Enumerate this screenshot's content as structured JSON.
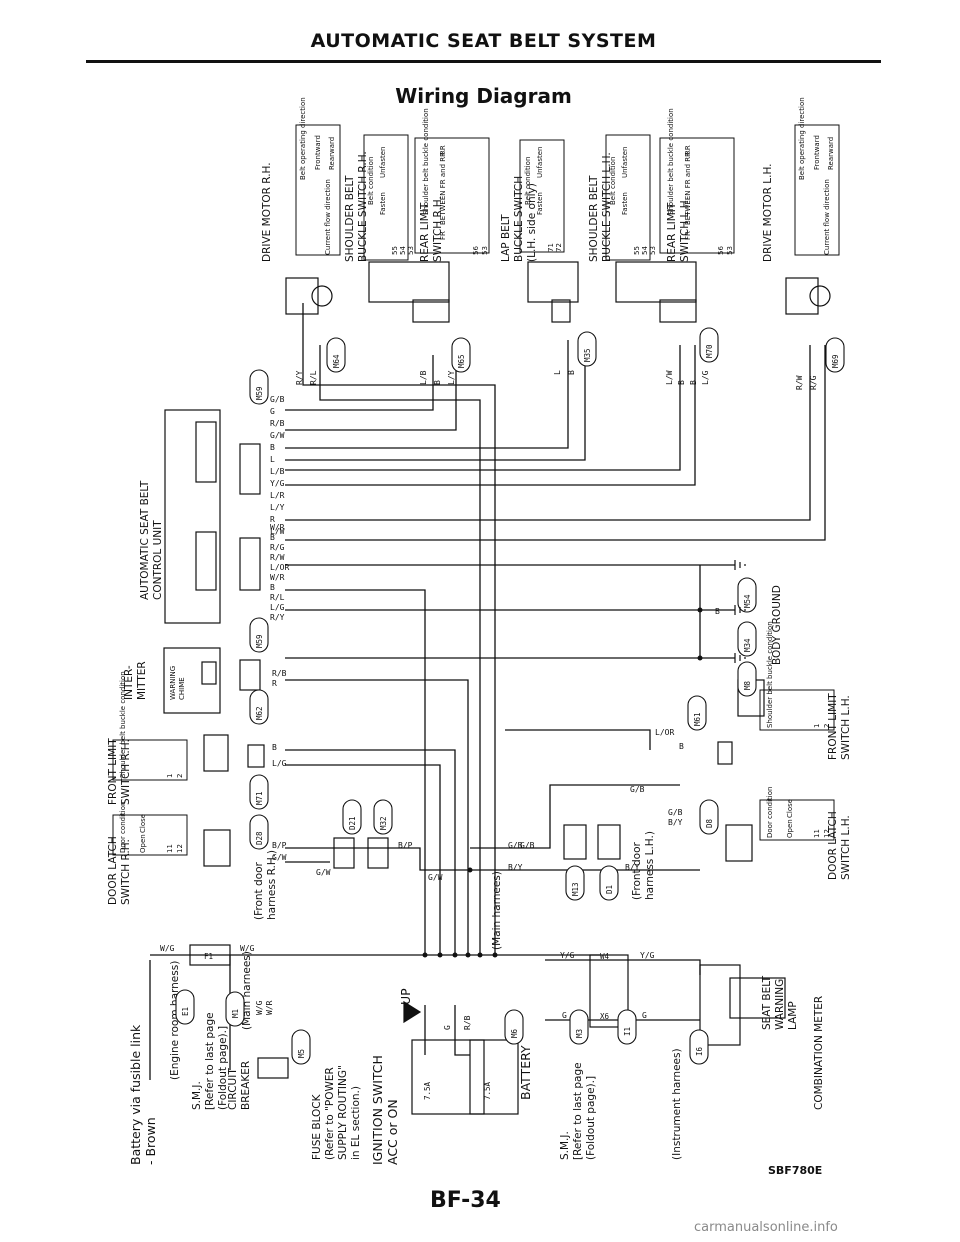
{
  "header": {
    "title": "AUTOMATIC SEAT BELT SYSTEM",
    "diagram_title": "Wiring Diagram"
  },
  "labels": {
    "drive_motor_rh": "DRIVE MOTOR R.H.",
    "drive_motor_lh": "DRIVE MOTOR L.H.",
    "shoulder_buckle_rh": [
      "SHOULDER BELT",
      "BUCKLE SWITCH R.H."
    ],
    "shoulder_buckle_lh": [
      "SHOULDER BELT",
      "BUCKLE SWITCH L.H."
    ],
    "rear_limit_rh": [
      "REAR LIMIT",
      "SWITCH R.H."
    ],
    "rear_limit_lh": [
      "REAR LIMIT",
      "SWITCH L.H."
    ],
    "lap_buckle": [
      "LAP BELT",
      "BUCKLE SWITCH",
      "(L.H. side only)"
    ],
    "control_unit": [
      "AUTOMATIC SEAT BELT",
      "CONTROL UNIT"
    ],
    "intermitter": [
      "INTER-",
      "MITTER"
    ],
    "warning_chime": [
      "WARNING",
      "CHIME"
    ],
    "front_limit_rh": [
      "FRONT LIMIT",
      "SWITCH R.H."
    ],
    "front_limit_lh": [
      "FRONT LIMIT",
      "SWITCH L.H."
    ],
    "door_latch_rh": [
      "DOOR LATCH",
      "SWITCH R.H."
    ],
    "door_latch_lh": [
      "DOOR LATCH",
      "SWITCH L.H."
    ],
    "body_ground": "BODY GROUND",
    "front_door_rh": [
      "(Front door",
      "harness R.H.)"
    ],
    "front_door_lh": [
      "(Front door",
      "harness L.H.)"
    ],
    "main_harnesses": "(Main harnees)",
    "battery_link": [
      "Battery via fusible link",
      "- Brown"
    ],
    "engine_room": "(Engine room harness)",
    "smj_left": [
      "S.M.J.",
      "[Refer to last page",
      "(Foldout page).]"
    ],
    "smj_right": [
      "S.M.J.",
      "[Refer to last page",
      "(Foldout page).]"
    ],
    "circuit_breaker": [
      "CIRCUIT",
      "BREAKER"
    ],
    "main_harnees_2": "(Main harnees)",
    "fuse_block": [
      "FUSE BLOCK",
      "(Refer to \"POWER",
      "SUPPLY ROUTING\"",
      "in EL section.)"
    ],
    "ignition": [
      "IGNITION SWITCH",
      "ACC or ON"
    ],
    "battery": "BATTERY",
    "up": "UP",
    "instrument_harnees": "(Instrument harnees)",
    "seat_belt_lamp": [
      "SEAT BELT",
      "WARNING",
      "LAMP"
    ],
    "combination_meter": "COMBINATION METER",
    "fuse_rating": "7.5A"
  },
  "tables": {
    "belt_operation": {
      "h1": "Belt operating direction",
      "r1": "Frontward",
      "r2": "Rearward",
      "c": "Current flow direction"
    },
    "belt_condition": {
      "head": "Belt condition",
      "cols": [
        "Fasten",
        "Unfasten"
      ],
      "rows_rh": [
        "55",
        "54",
        "53"
      ],
      "rows_lap": [
        "71",
        "72"
      ]
    },
    "shoulder_buckle_cond": {
      "head": "Shoulder belt buckle condition",
      "cols": [
        "FR",
        "BETWEEN FR and RR",
        "RR"
      ],
      "rows_rear": [
        "56",
        "53"
      ],
      "rows_front": [
        "1",
        "2"
      ]
    },
    "door_condition": {
      "head": "Door condition",
      "cols": [
        "Open",
        "Close"
      ],
      "rows": [
        "11",
        "12"
      ]
    }
  },
  "connectors": {
    "rh_motor": "M64",
    "rh_shoulder": "M65",
    "lap": "M35",
    "lh_shoulder": "M70",
    "lh_motor": "M69",
    "cu_upper": "M59",
    "cu_lower": "M59",
    "intermitter": "M62",
    "front_limit_rh": "M71",
    "door_latch_rh": "D28",
    "door_rh_a": "D21",
    "door_rh_b": "M32",
    "ground_1": "M54",
    "ground_2": "M34",
    "ground_3": "M8",
    "front_limit_lh": "M61",
    "door_lh_a": "D8",
    "door_lh_b": "M13",
    "door_lh_c": "D1",
    "engine_room": "E1",
    "main_1": "M1",
    "breaker": "M5",
    "battery_conn": "M6",
    "smj_inst": "M3",
    "inst_1": "I1",
    "meter": "I6",
    "fuse_f1": "F1",
    "pin_w4": "W4",
    "pin_x6": "X6"
  },
  "wires": {
    "cu_upper_colors": [
      "G/B",
      "G",
      "R/B",
      "G/W",
      "B",
      "L",
      "L/B",
      "Y/G",
      "L/R",
      "L/Y",
      "R",
      "L/W"
    ],
    "cu_lower_colors": [
      "W/R",
      "B",
      "R/G",
      "R/W",
      "L/OR",
      "W/R",
      "B",
      "R/L",
      "L/G",
      "R/Y"
    ],
    "motor_rh": [
      "R/Y",
      "R/L"
    ],
    "motor_lh": [
      "R/W",
      "R/G"
    ],
    "shoulder_rh": [
      "L/B",
      "B",
      "L/Y"
    ],
    "lap": [
      "L",
      "B"
    ],
    "shoulder_lh": [
      "L/W",
      "B",
      "B",
      "L/G"
    ],
    "intermitter": [
      "R/B",
      "R"
    ],
    "front_limit_rh": [
      "B",
      "L/G"
    ],
    "door_rh": [
      "B/P",
      "G/W",
      "G/W",
      "B/P",
      "G/W"
    ],
    "ground": [
      "B"
    ],
    "front_limit_lh": [
      "L/OR",
      "B"
    ],
    "door_lh": [
      "G/B",
      "G/B",
      "B/Y",
      "B/Y",
      "G/B",
      "B/Y"
    ],
    "power": [
      "W/G",
      "W/G",
      "W/G",
      "W/R",
      "R/B",
      "G",
      "Y/G",
      "Y/G",
      "G",
      "G",
      "G/B"
    ]
  },
  "figure_code": "SBF780E",
  "page_number": "BF-34",
  "watermark": "carmanualsonline.info"
}
